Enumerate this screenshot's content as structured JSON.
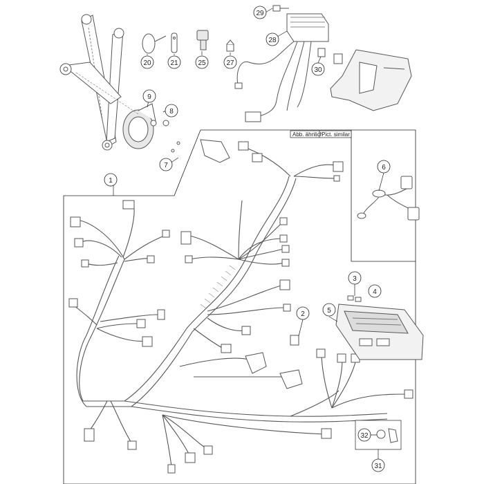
{
  "diagram": {
    "box_label_left": "Abb. ähnlich",
    "box_label_right": "Pict. similar",
    "callouts": [
      "1",
      "2",
      "3",
      "4",
      "5",
      "6",
      "7",
      "8",
      "9",
      "20",
      "21",
      "25",
      "27",
      "28",
      "29",
      "30",
      "31",
      "32"
    ],
    "colors": {
      "line": "#222222",
      "part_stroke": "#555555",
      "part_fill": "#ffffff",
      "shade": "#d9d9d9"
    }
  }
}
